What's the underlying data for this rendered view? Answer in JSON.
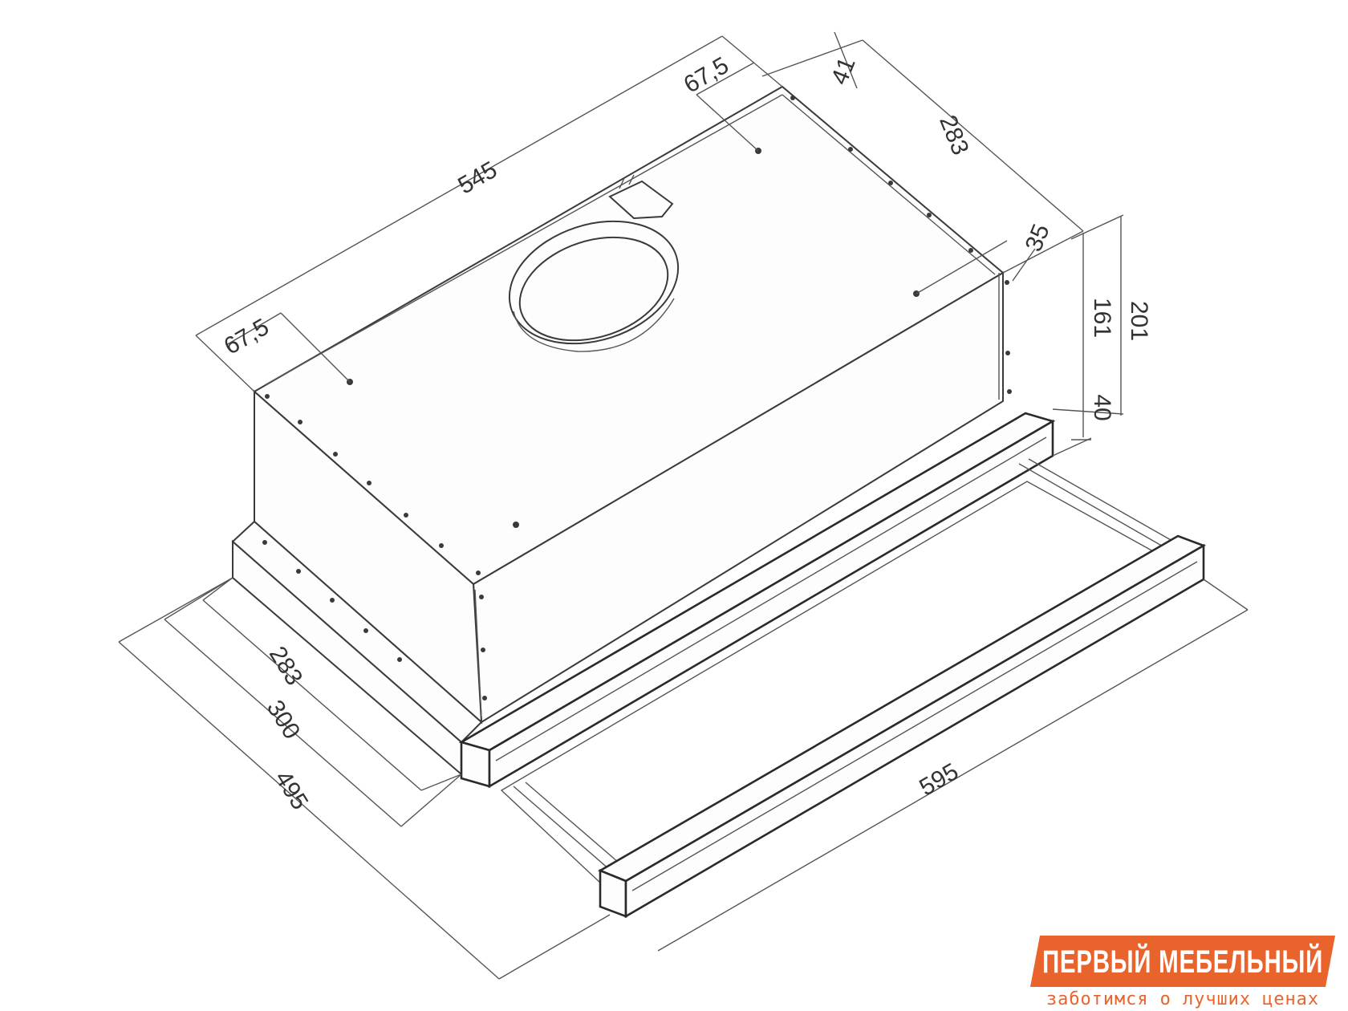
{
  "dimensions": {
    "top_length": "545",
    "top_offset_left": "67,5",
    "top_offset_right": "67,5",
    "rear_offset": "41",
    "top_depth": "283",
    "side_offset": "35",
    "height_body": "161",
    "height_total": "201",
    "height_panel": "40",
    "depth_body": "283",
    "depth_mid": "300",
    "depth_total": "495",
    "width_total": "595"
  },
  "logo": {
    "title": "ПЕРВЫЙ МЕБЕЛЬНЫЙ",
    "subtitle": "заботимся о лучших ценах",
    "color": "#e8642c"
  }
}
